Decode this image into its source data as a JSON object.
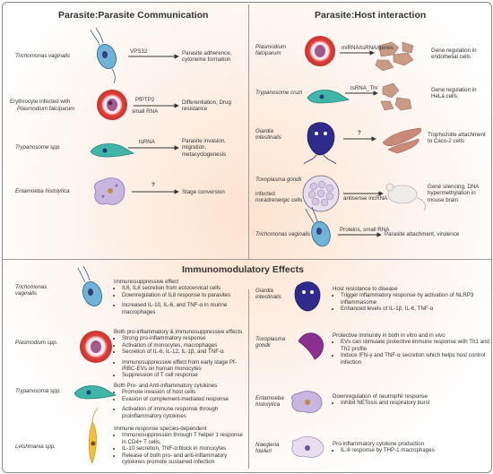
{
  "sections": {
    "pp_title": "Parasite:Parasite Communication",
    "ph_title": "Parasite:Host interaction",
    "im_title": "Immunomodulatory Effects"
  },
  "pp": [
    {
      "organism": "Trichomonas vaginalis",
      "molecule": "VPS32",
      "effect": "Parasite adherence, cytoneme formation"
    },
    {
      "organism_prefix": "Erythrocyte infected with",
      "organism": "Plasmodium falciparum",
      "molecule": "PfPTP2",
      "molecule2": "small RNA",
      "effect": "Differentiation, Drug resistance"
    },
    {
      "organism": "Trypanosome spp.",
      "molecule": "tsRNA",
      "effect": "Parasite invasion, migration, metacyclogenesis"
    },
    {
      "organism": "Entamoeba histolytica",
      "molecule": "?",
      "effect": "Stage conversion"
    }
  ],
  "ph": [
    {
      "organism": "Plasmodium falciparum",
      "molecule": "miRNA/tsRNA/genes",
      "effect": "Gene regulation in endothelial cells"
    },
    {
      "organism": "Trypanosome cruzi",
      "molecule": "tsRNA_Thr",
      "effect": "Gene regulation in HeLa cells"
    },
    {
      "organism": "Giardia intestinalis",
      "molecule": "?",
      "effect": "Trophozoite attachment to Caco-2 cells"
    },
    {
      "organism": "Toxoplasma gondii",
      "organism_suffix": "infected noradrenergic cells",
      "molecule": "antisense lncRNA",
      "effect": "Gene silencing, DNA hypermethylation in mouse brain"
    },
    {
      "organism": "Trichomonas vaginalis",
      "molecule": "Proteins, small RNA",
      "effect": "Parasite attachment, virulence"
    }
  ],
  "im_left": [
    {
      "organism": "Trichomonas vaginalis",
      "head": "Immunosuppressive effect",
      "bullets": [
        "IL6, IL8 secretion from ectocervical cells",
        "Downregulation of IL8 response to parasites",
        "",
        "Increased IL-10, IL-6, and TNF-α in murine macrophages"
      ]
    },
    {
      "organism": "Plasmodium spp.",
      "head": "Both pro-inflammatory & immunosuppressive effects",
      "bullets": [
        "Strong pro-inflammatory response",
        "Activation of monocytes, macrophages",
        "Secretion of IL-6, IL-12, IL-1β, and TNF-α",
        "",
        "Immunosuppressive effect from early stage Pf-iRBC-EVs on human monocytes",
        "Suppression of T cell response"
      ]
    },
    {
      "organism": "Trypanosoma spp.",
      "head": "Both Pro- and Anti-inflammatory cytokines",
      "bullets": [
        "Promote invasion of host cells",
        "Evasion of complement-mediated response",
        "",
        "Activation of immune response through proinflammatory cytokines"
      ]
    },
    {
      "organism": "Leishmania spp.",
      "head": "Immune response species-dependent",
      "bullets": [
        "Immunosuppression through T helper 1 response in CD4+ T cells,",
        "IL-10 secretion, TNF-α block in monocytes",
        "Release of both pro- and anti-inflammatory cytokines promote sustained infection"
      ]
    }
  ],
  "im_right": [
    {
      "organism": "Giardia intestinalis",
      "head": "Host resistance to disease",
      "bullets": [
        "Trigger inflammatory response by activation of NLRP3 inflammasome",
        "Enhanced levels of IL-1β, IL-6, TNF-α"
      ]
    },
    {
      "organism": "Toxoplasma gondii",
      "head": "Protective immunity in both in vitro and in vivo",
      "bullets": [
        "EVs can stimulate protective immune response with Th1 and Th2 profile",
        "Induce IFN-γ and TNF-α secretion which helps host control infection"
      ]
    },
    {
      "organism": "Entamoeba histolytica",
      "head": "Downregulation of neutrophil response",
      "bullets": [
        "Inhibit NETosis and respiratory burst"
      ]
    },
    {
      "organism": "Naegleria fowleri",
      "head": "Pro-inflammatory cytokine production",
      "bullets": [
        "IL-8 response by THP-1 macrophages"
      ]
    }
  ],
  "colors": {
    "erythrocyte": "#e0403a",
    "trich": "#6fb3d6",
    "trypano": "#3fb6a8",
    "giardia": "#2f2b8c",
    "toxo": "#8a2f8f",
    "amoeba": "#c9b6de",
    "leish": "#f2c23a",
    "host_cell": "#c99a86"
  }
}
